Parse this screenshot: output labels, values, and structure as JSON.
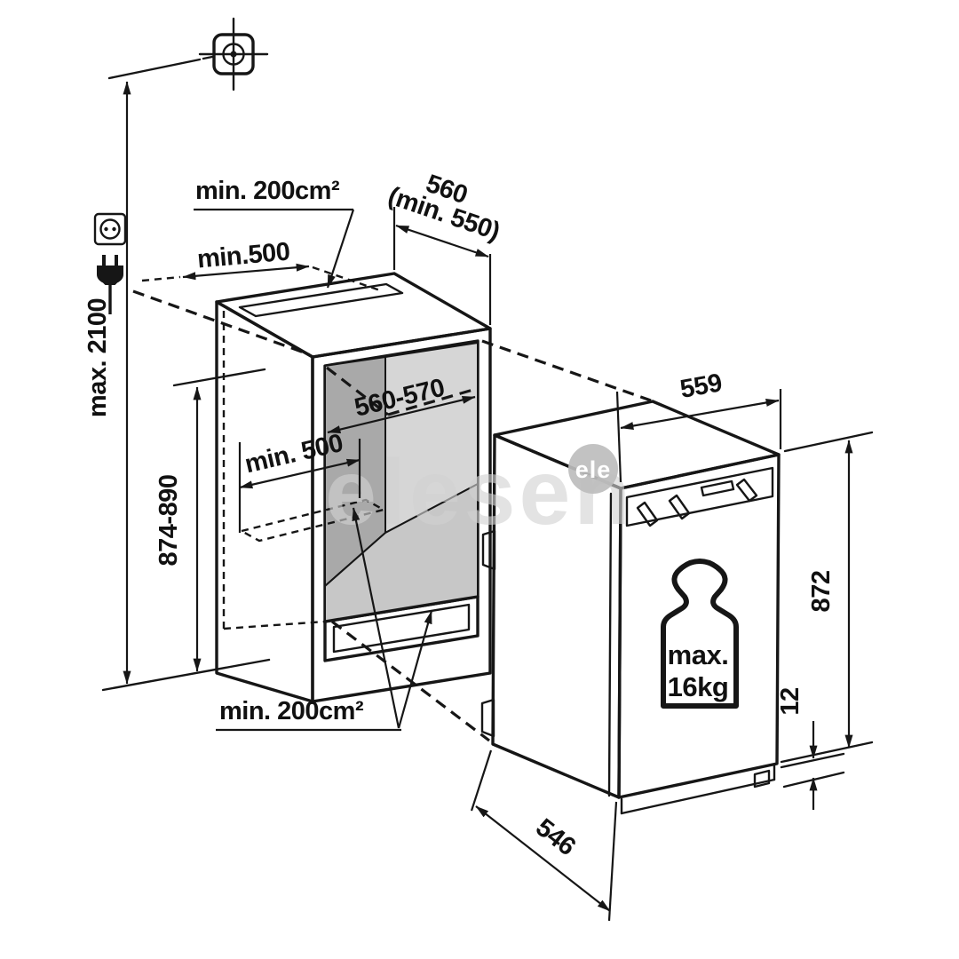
{
  "figure": {
    "kind": "appliance-installation-dimension-diagram",
    "labels": {
      "ceiling_height": "max. 2100",
      "top_vent_area": "min. 200cm²",
      "top_clearance_depth": "min.500",
      "top_depth_value": "560",
      "top_depth_min": "(min. 550)",
      "niche_width": "560-570",
      "floor_vent_depth": "min. 500",
      "niche_height": "874-890",
      "appliance_width": "559",
      "appliance_height": "872",
      "foot_adjustment": "12",
      "door_weight_line1": "max.",
      "door_weight_line2": "16kg",
      "bottom_vent_area": "min. 200cm²",
      "appliance_depth": "546"
    },
    "icons": [
      "datum-symbol",
      "power-socket-icon",
      "power-plug-icon",
      "weight-icon"
    ],
    "watermark": {
      "text_large": "elesen",
      "text_badge": "ele"
    },
    "colors": {
      "line": "#161616",
      "niche_side_wall": "#a9a9a9",
      "niche_back_wall": "#d6d6d6",
      "niche_floor": "#c7c7c7",
      "watermark": "#d2d2d2",
      "watermark_badge": "#bdbdbd",
      "background": "#ffffff"
    }
  }
}
